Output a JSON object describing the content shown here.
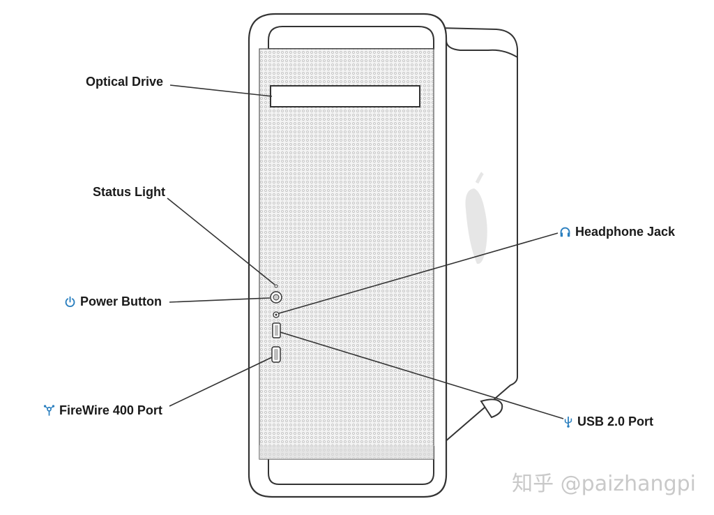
{
  "labels": {
    "optical_drive": "Optical Drive",
    "status_light": "Status Light",
    "power_button": "Power Button",
    "firewire_port": "FireWire 400 Port",
    "headphone_jack": "Headphone Jack",
    "usb_port": "USB 2.0 Port"
  },
  "icons": {
    "power": "power-icon",
    "firewire": "firewire-icon",
    "headphone": "headphone-icon",
    "usb": "usb-icon"
  },
  "watermark": "知乎 @paizhangpi",
  "colors": {
    "icon_accent": "#2a7fbf",
    "outline": "#333333",
    "mesh": "#f1f1f1"
  }
}
